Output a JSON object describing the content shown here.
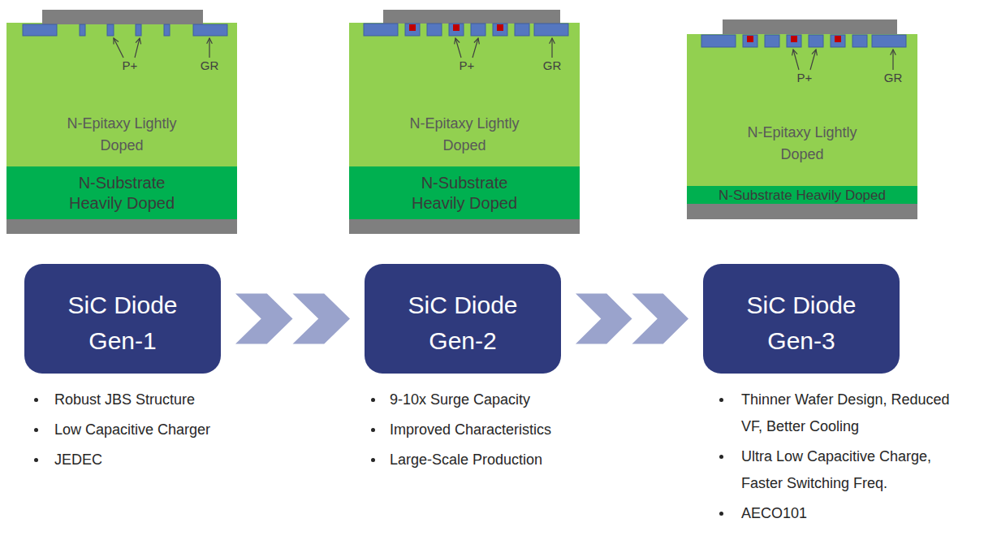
{
  "diagram": {
    "nodes": [
      {
        "text": [
          "N-Epitaxy Lightly Doped"
        ]
      },
      {
        "text": [
          "N-Substrate Heavily Doped"
        ]
      },
      {
        "text": [
          "N-Epitaxy Lightly Doped"
        ]
      },
      {
        "text": [
          "N-Substrate Heavily Doped"
        ]
      },
      {
        "text": [
          "N-Epitaxy Lightly Doped"
        ]
      },
      {
        "text": [
          "N-Substrate Heavily Doped"
        ]
      },
      {
        "text": [
          "SiC Diode Gen-1"
        ]
      },
      {
        "text": [
          "SiC Diode Gen-2"
        ]
      },
      {
        "text": [
          "SiC Diode Gen-3"
        ]
      }
    ],
    "edges": [
      {
        "from": 6,
        "to": 7,
        "arrow": "to"
      },
      {
        "from": 7,
        "to": 8,
        "arrow": "to"
      }
    ],
    "labels": [
      "P+",
      "GR",
      "P+",
      "GR",
      "P+",
      "GR",
      "Robust JBS Structure",
      "Low Capacitive Charger",
      "JEDEC",
      "9-10x Surge Capacity",
      "Improved Characteristics",
      "Large-Scale Production",
      "Thinner Wafer Design, Reduced VF, Better Cooling",
      "Ultra Low Capacitive Charge, Faster Switching Freq.",
      "AECO101"
    ]
  }
}
